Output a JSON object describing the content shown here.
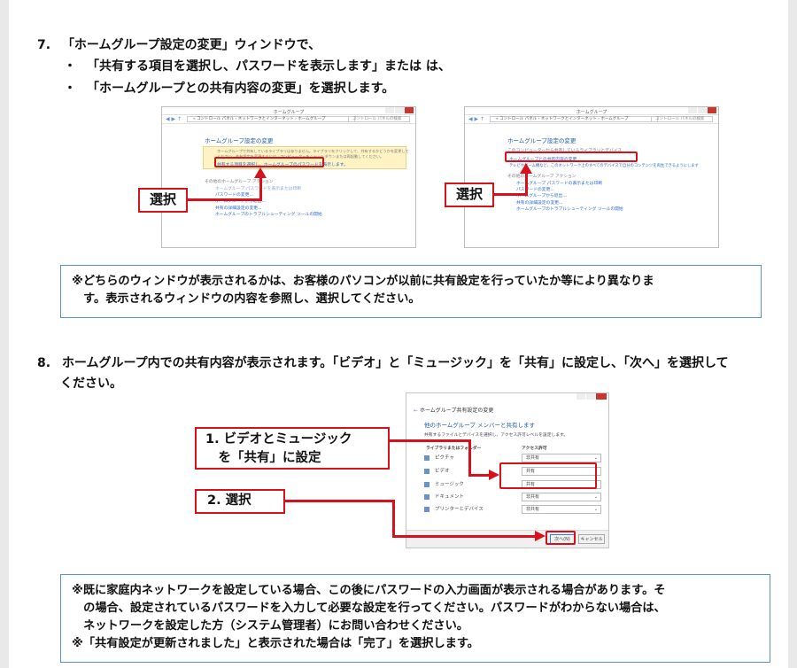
{
  "step7": {
    "number": "7.",
    "text": "「ホームグループ設定の変更」ウィンドウで、",
    "bullets": [
      "「共有する項目を選択し、パスワードを表示します」または は、",
      "「ホームグループとの共有内容の変更」を選択します。"
    ],
    "bullet_mark": "・"
  },
  "win1": {
    "title": "ホームグループ",
    "path": "« コントロール パネル › ネットワークとインターネット › ホームグループ",
    "search": "コントロール パネルの検索",
    "heading": "ホームグループ設定の変更",
    "warn1": "ホームグループで共有しているライブラリはありません。ライブラリをクリックして、共有するかどうかを変更して",
    "warn2": "ください。共有設定を変更するには、コンピューターをシャットダウンまたは再起動してください。",
    "highlight": "共有する項目を選択し、ホームグループのパスワードを表示します。",
    "actions_title": "その他のホームグループ アクション",
    "action1": "ホームグループ パスワードを表示または印刷",
    "action2": "パスワードの変更...",
    "action3": "ホームグループから退出...",
    "action4": "共有の詳細設定の変更...",
    "action5": "ホームグループのトラブルシューティング ツールの開始"
  },
  "win2": {
    "title": "ホームグループ",
    "path": "« コントロール パネル › ネットワークとインターネット › ホームグループ",
    "search": "コントロール パネルの検索",
    "heading": "ホームグループ設定の変更",
    "sub": "このコンピューターから共有しているライブラリとデバイス",
    "highlight": "ホームグループとの共有内容の変更",
    "line2": "テレビやゲーム機など、このネットワーク上のすべてのデバイスで自分のコンテンツを再生できるようにします",
    "actions_title": "その他のホームグループ アクション",
    "action1": "ホームグループ パスワードの表示または印刷",
    "action2": "パスワードの変更...",
    "action3": "ホームグループから退出...",
    "action4": "共有の詳細設定の変更...",
    "action5": "ホームグループのトラブルシューティング ツールの開始"
  },
  "callout_select_1": "選択",
  "callout_select_2": "選択",
  "note1": [
    "※どちらのウィンドウが表示されるかは、お客様のパソコンが以前に共有設定を行っていたか等により異なりま",
    "　す。表示されるウィンドウの内容を参照し、選択してください。"
  ],
  "step8": {
    "number": "8.",
    "line1": "ホームグループ内での共有内容が表示されます。「ビデオ」と「ミュージック」を「共有」に設定し、「次へ」を選択して",
    "line2": "ください。"
  },
  "dialog": {
    "back": "← ",
    "title": "ホームグループ共有設定の変更",
    "heading": "他のホームグループ メンバーと共有します",
    "sub": "共有するファイルとデバイスを選択し、アクセス許可レベルを設定します。",
    "col1": "ライブラリまたはフォルダー",
    "col2": "アクセス許可",
    "rows": [
      {
        "name": "ピクチャ",
        "value": "非共有"
      },
      {
        "name": "ビデオ",
        "value": "共有"
      },
      {
        "name": "ミュージック",
        "value": "共有"
      },
      {
        "name": "ドキュメント",
        "value": "非共有"
      },
      {
        "name": "プリンターとデバイス",
        "value": "非共有"
      }
    ],
    "next": "次へ(N)",
    "cancel": "キャンセル"
  },
  "callout_step1": [
    "1. ビデオとミュージック",
    "　を「共有」に設定"
  ],
  "callout_step2": "2. 選択",
  "note2": [
    "※既に家庭内ネットワークを設定している場合、この後にパスワードの入力画面が表示される場合があります。そ",
    "　の場合、設定されているパスワードを入力して必要な設定を行ってください。パスワードがわからない場合は、",
    "　ネットワークを設定した方（システム管理者）にお問い合わせください。",
    "※「共有設定が更新されました」と表示された場合は「完了」を選択します。"
  ],
  "colors": {
    "accent_red": "#d6111b",
    "note_border": "#5b8fd1",
    "link_blue": "#2a6acb"
  }
}
